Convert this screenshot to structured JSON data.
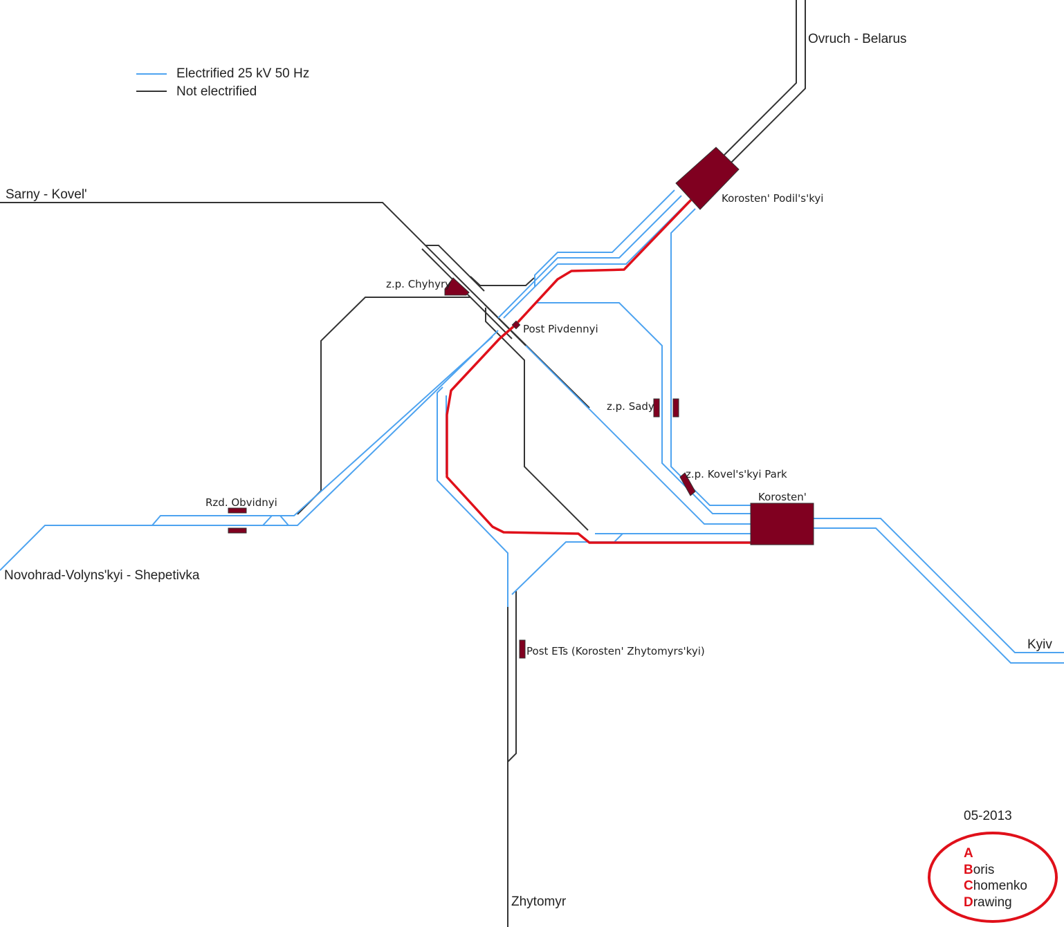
{
  "colors": {
    "electrified": "#4da3f0",
    "not_electrified": "#333333",
    "route": "#e0101a",
    "station": "#800020"
  },
  "legend": [
    {
      "style": "electrified",
      "label": "Electrified 25 kV 50 Hz"
    },
    {
      "style": "not_electrified",
      "label": "Not electrified"
    }
  ],
  "directions": {
    "north": "Ovruch - Belarus",
    "northwest": "Sarny - Kovel'",
    "southwest": "Novohrad-Volyns'kyi - Shepetivka",
    "south": "Zhytomyr",
    "east": "Kyiv"
  },
  "stations": {
    "podilskyi": "Korosten' Podil's'kyi",
    "korosten": "Korosten'",
    "chyhyry": "z.p. Chyhyry",
    "pivdennyi": "Post Pivdennyi",
    "sady": "z.p. Sady",
    "kovelskyi_park": "z.p. Kovel's'kyi Park",
    "obvidnyi": "Rzd. Obvidnyi",
    "post_ets": "Post ETs (Korosten' Zhytomyrs'kyi)"
  },
  "credit": {
    "date": "05-2013",
    "lines": [
      {
        "initial": "A",
        "rest": ""
      },
      {
        "initial": "B",
        "rest": "oris"
      },
      {
        "initial": "C",
        "rest": "homenko"
      },
      {
        "initial": "D",
        "rest": "rawing"
      }
    ]
  }
}
